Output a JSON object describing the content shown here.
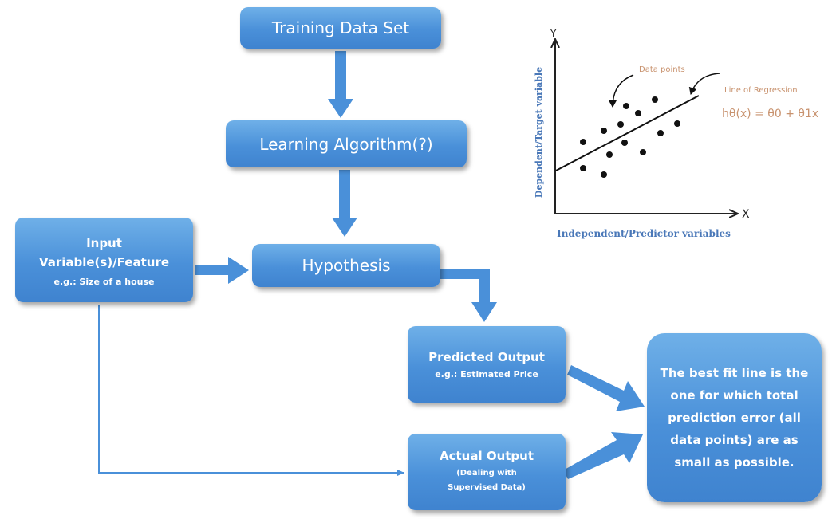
{
  "boxes": {
    "training": "Training Data Set",
    "learning": "Learning Algorithm(?)",
    "hypothesis": "Hypothesis",
    "input_title": "Input",
    "input_line2": "Variable(s)/Feature",
    "input_example": "e.g.: Size of a house",
    "predicted_title": "Predicted Output",
    "predicted_example": "e.g.: Estimated Price",
    "actual_title": "Actual Output",
    "actual_note_1": "(Dealing with",
    "actual_note_2": "Supervised Data)",
    "best_fit": "The best fit line is the one for which total prediction error (all data points) are as small as possible."
  },
  "inset_chart": {
    "y_axis_letter": "Y",
    "x_axis_letter": "X",
    "y_axis_label": "Dependent/Target variable",
    "x_axis_label": "Independent/Predictor variables",
    "data_points_label": "Data points",
    "regression_label": "Line of Regression",
    "formula": "hθ(x) = θ0 + θ1x"
  },
  "colors": {
    "box": "#4a90d9",
    "arrow": "#4a90d9",
    "axis_label": "#4a78b8",
    "annotation": "#c8926e"
  }
}
